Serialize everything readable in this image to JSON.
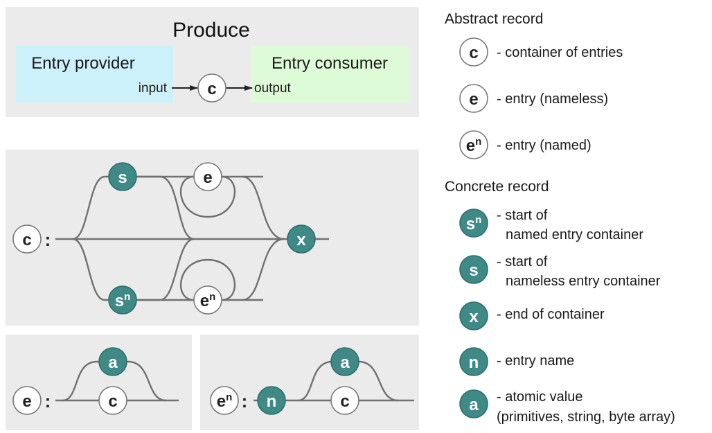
{
  "produce": {
    "title": "Produce",
    "provider": "Entry provider",
    "consumer": "Entry consumer",
    "input": "input",
    "output": "output",
    "node": "c"
  },
  "grammar": {
    "c": {
      "lhs": "c",
      "colon": ":",
      "start": "s",
      "start_named": "s",
      "sup": "n",
      "entry": "e",
      "entry_named": "e",
      "end": "x"
    },
    "e": {
      "lhs": "e",
      "colon": ":",
      "atomic": "a",
      "container": "c"
    },
    "en": {
      "lhs": "e",
      "sup": "n",
      "colon": ":",
      "name": "n",
      "atomic": "a",
      "container": "c"
    }
  },
  "legend": {
    "abstract_title": "Abstract record",
    "abstract": [
      {
        "symbol": "c",
        "sup": "",
        "desc": [
          "- container of entries"
        ]
      },
      {
        "symbol": "e",
        "sup": "",
        "desc": [
          "- entry (nameless)"
        ]
      },
      {
        "symbol": "e",
        "sup": "n",
        "desc": [
          "- entry (named)"
        ]
      }
    ],
    "concrete_title": "Concrete record",
    "concrete": [
      {
        "symbol": "s",
        "sup": "n",
        "desc": [
          "- start of",
          "  named entry container"
        ]
      },
      {
        "symbol": "s",
        "sup": "",
        "desc": [
          "- start of",
          "  nameless entry container"
        ]
      },
      {
        "symbol": "x",
        "sup": "",
        "desc": [
          "- end of container"
        ]
      },
      {
        "symbol": "n",
        "sup": "",
        "desc": [
          "- entry name"
        ]
      },
      {
        "symbol": "a",
        "sup": "",
        "desc": [
          "- atomic value",
          "(primitives, string, byte array)"
        ]
      }
    ]
  },
  "colors": {
    "panel": "#ebebeb",
    "provider_box": "#cdf1fb",
    "consumer_box": "#ddfbd6",
    "terminal_node": "#3f8a87",
    "wire": "#707070"
  }
}
